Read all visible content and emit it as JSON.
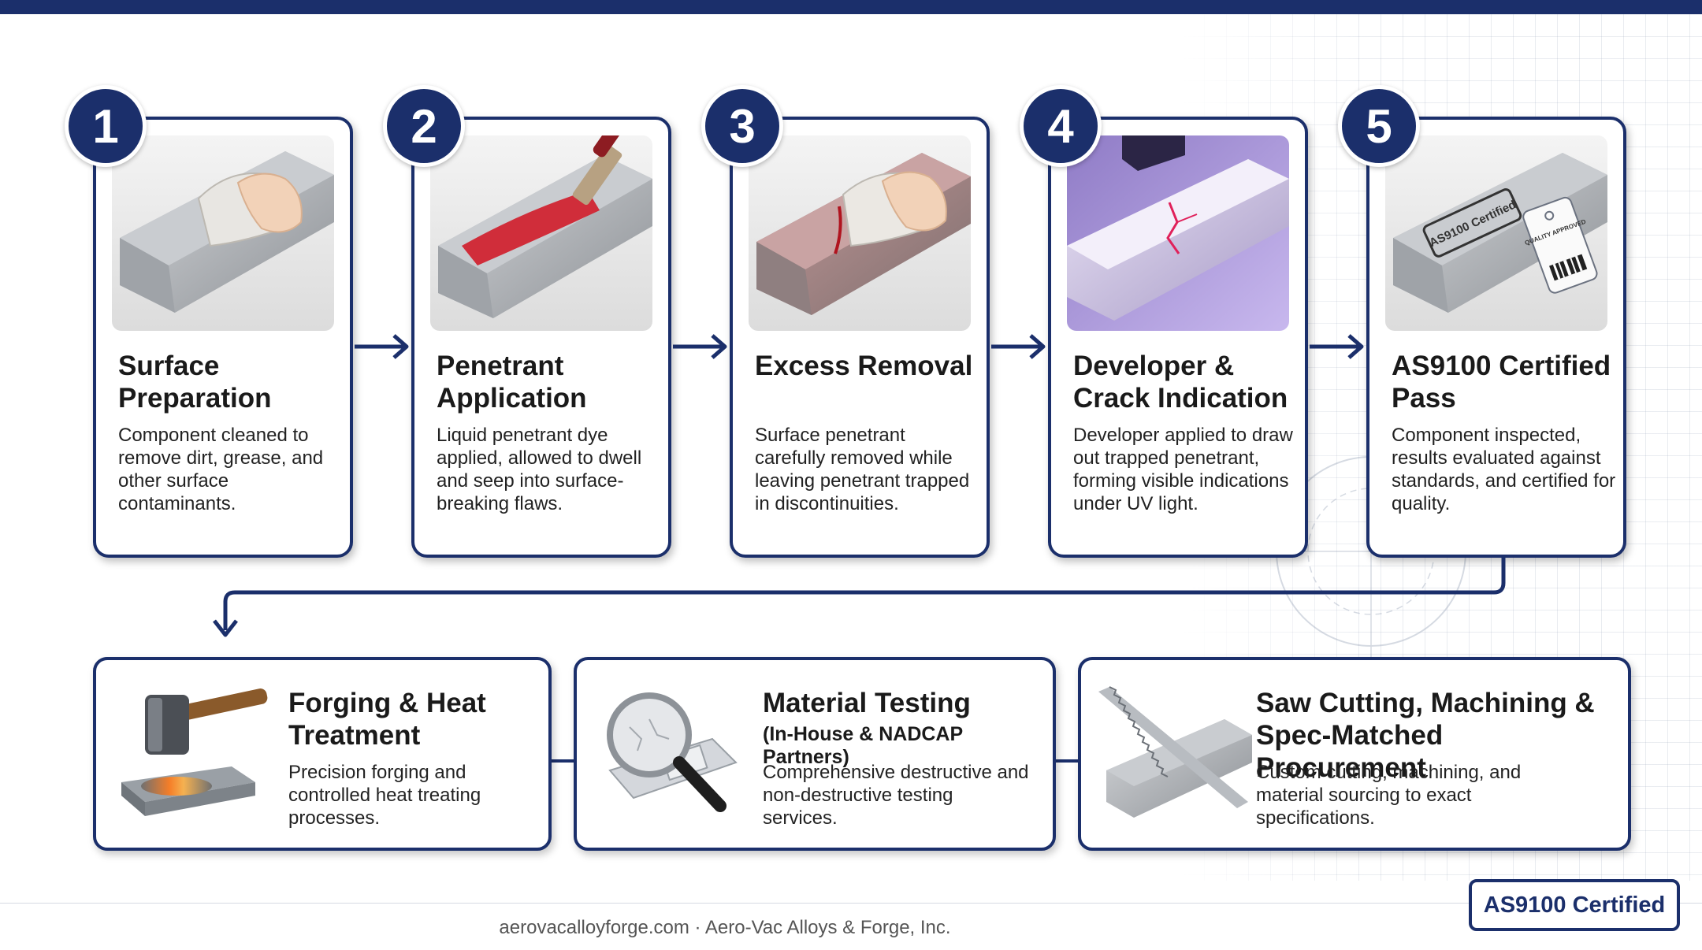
{
  "steps": [
    {
      "number": "1",
      "title": "Surface Preparation",
      "description": "Component cleaned to remove dirt, grease, and other surface contaminants.",
      "photo_icon": "surface-cleaning-icon"
    },
    {
      "number": "2",
      "title": "Penetrant Application",
      "description": "Liquid penetrant dye applied, allowed to dwell and seep into surface-breaking flaws.",
      "photo_icon": "dye-brush-icon"
    },
    {
      "number": "3",
      "title": "Excess Removal",
      "description": "Surface penetrant carefully removed while leaving penetrant trapped in discontinuities.",
      "photo_icon": "wipe-cloth-icon"
    },
    {
      "number": "4",
      "title": "Developer & Crack Indication",
      "description": "Developer applied to draw out trapped penetrant, forming visible indications under UV light.",
      "photo_icon": "uv-crack-icon"
    },
    {
      "number": "5",
      "title": "AS9100 Certified Pass",
      "description": "Component inspected, results evaluated against standards, and certified for quality.",
      "photo_icon": "certified-tag-icon",
      "stamp_text": "AS9100 Certified",
      "tag_text": "QUALITY APPROVED"
    }
  ],
  "services": [
    {
      "title": "Forging & Heat Treatment",
      "subtitle": "",
      "description": "Precision forging and controlled heat treating processes.",
      "icon": "hammer-anvil-icon"
    },
    {
      "title": "Material Testing",
      "subtitle": "(In-House & NADCAP Partners)",
      "description": "Comprehensive destructive and non-destructive testing services.",
      "icon": "magnifier-icon"
    },
    {
      "title": "Saw Cutting, Machining & Spec-Matched Procurement",
      "subtitle": "",
      "description": "Custom cutting, machining, and material sourcing to exact specifications.",
      "icon": "saw-blade-icon"
    }
  ],
  "footer": {
    "text": "aerovacalloyforge.com · Aero-Vac Alloys & Forge, Inc."
  },
  "badge": {
    "label": "AS9100 Certified"
  },
  "colors": {
    "navy": "#1b2f6b",
    "dye_red": "#d0202c",
    "uv_purple": "#a78bdf"
  }
}
